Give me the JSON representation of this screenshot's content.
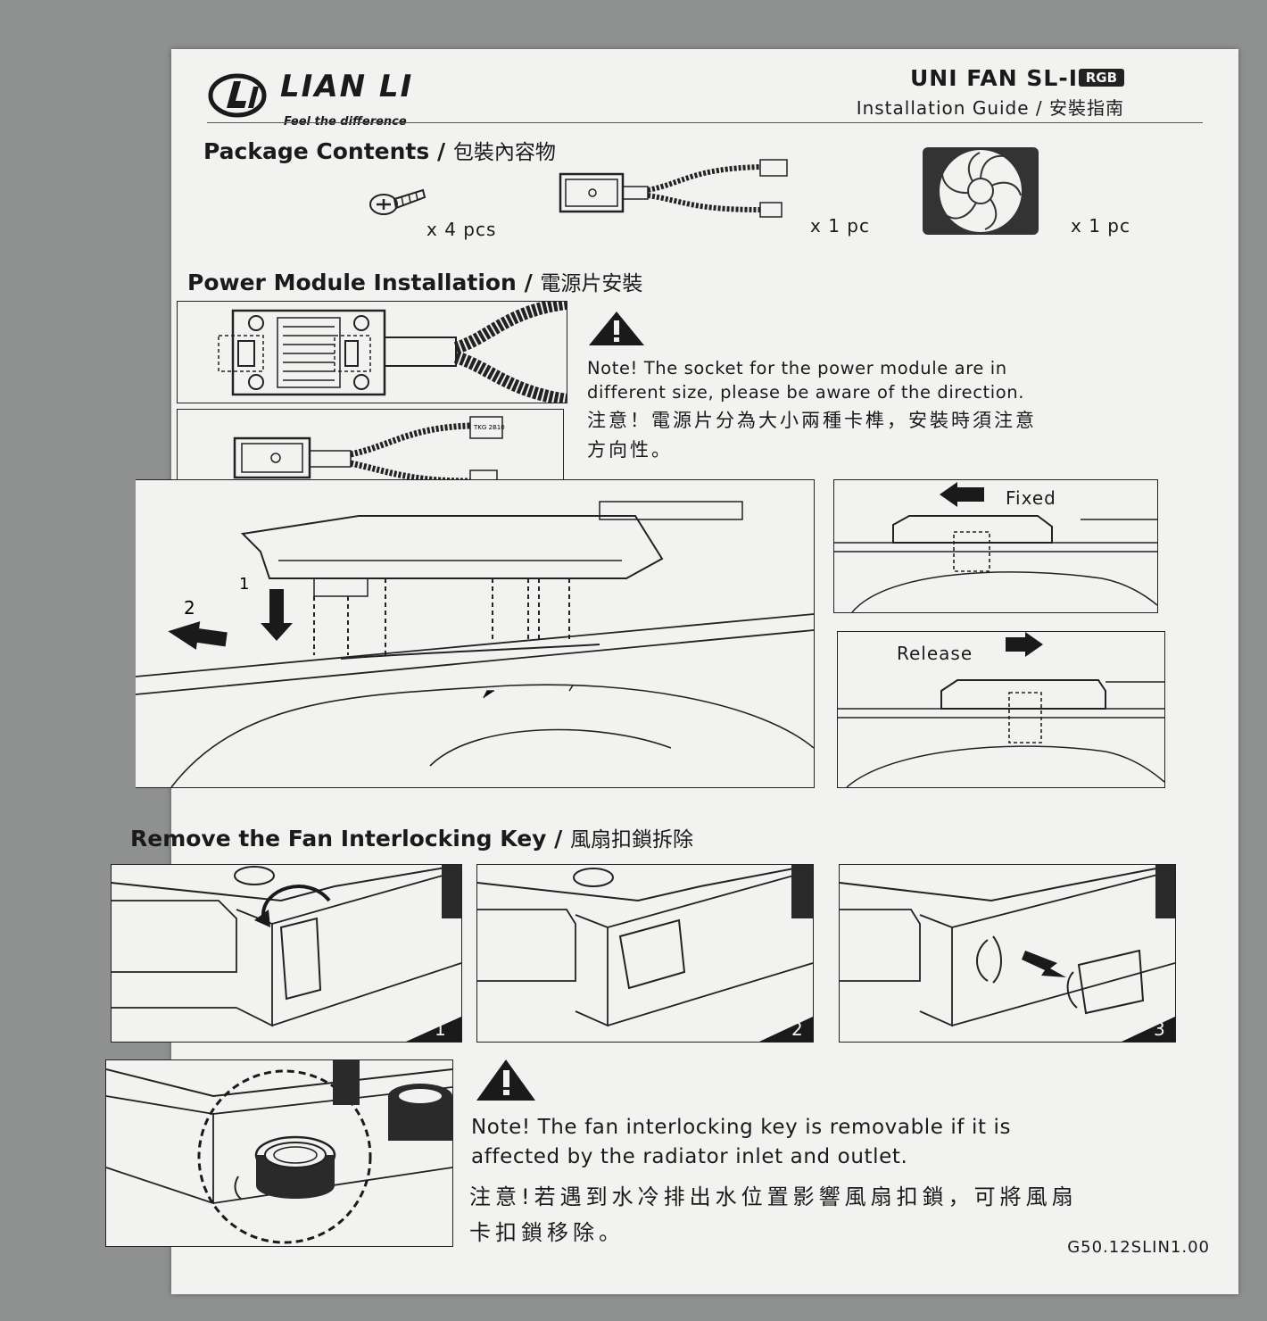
{
  "header": {
    "brand": "LIAN LI",
    "tagline": "Feel the difference",
    "product": "UNI FAN SL-INF",
    "badge": "RGB",
    "subtitle": "Installation Guide / 安裝指南"
  },
  "package": {
    "title": "Package Contents /",
    "title_cn": "包裝內容物",
    "items": [
      {
        "icon": "screw-icon",
        "qty": "x 4 pcs"
      },
      {
        "icon": "power-module-cable-icon",
        "qty": "x 1 pc"
      },
      {
        "icon": "fan-icon",
        "qty": "x 1 pc"
      }
    ]
  },
  "power_module": {
    "title": "Power Module Installation /",
    "title_cn": "電源片安裝",
    "note_lines": [
      "Note! The socket for the power module are in",
      "different size, please be aware of the direction."
    ],
    "note_cn_lines": [
      "注意！電源片分為大小兩種卡榫，安裝時須注意",
      "方向性。"
    ],
    "step1": "1",
    "step2": "2",
    "fixed_label": "Fixed",
    "release_label": "Release",
    "cable_label": "TKG 2B10"
  },
  "interlock": {
    "title": "Remove the Fan Interlocking Key /",
    "title_cn": "風扇扣鎖拆除",
    "steps": [
      "1",
      "2",
      "3"
    ],
    "note_lines": [
      "Note! The fan interlocking key is removable if it is",
      "affected by the radiator inlet and outlet."
    ],
    "note_cn_lines": [
      "注意!若遇到水冷排出水位置影響風扇扣鎖，可將風扇",
      "卡扣鎖移除。"
    ]
  },
  "doc_code": "G50.12SLIN1.00"
}
